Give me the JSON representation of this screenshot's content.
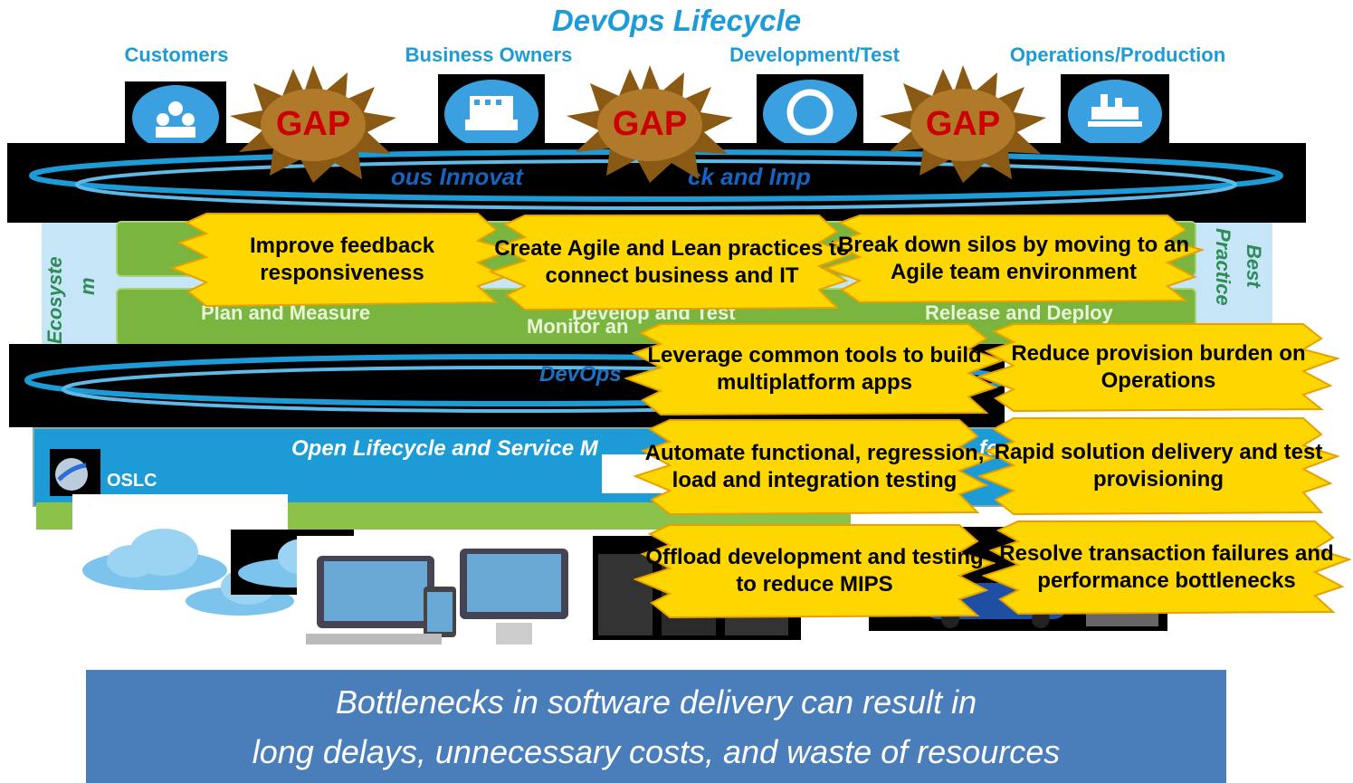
{
  "title": "DevOps Lifecycle",
  "roles": [
    "Customers",
    "Business Owners",
    "Development/Test",
    "Operations/Production"
  ],
  "gap_label": "GAP",
  "bands": {
    "top_text": "ous Innovat",
    "top_text2": "ck and Imp",
    "middle_text": "DevOps",
    "oslc_band_text": "Open Lifecycle and Service M",
    "oslc_band_text2": "fo",
    "oslc_label": "OSLC"
  },
  "side_labels": {
    "left_1": "Ecosyste",
    "left_2": "m",
    "right_1": "Best",
    "right_2": "Practice"
  },
  "phases": {
    "plan": "Plan and Measure",
    "develop": "Develop and Test",
    "monitor": "Monitor an",
    "release": "Release and Deploy"
  },
  "callouts": {
    "c1": "Improve feedback responsiveness",
    "c2": "Create Agile and Lean practices to connect business and IT",
    "c3": "Break down silos by moving to an Agile team environment",
    "c4": "Leverage common tools to build multiplatform apps",
    "c5": "Reduce provision burden on Operations",
    "c6": "Automate functional, regression, load and integration testing",
    "c7": "Rapid solution delivery and test provisioning",
    "c8": "Offload development and testing to reduce MIPS",
    "c9": "Resolve transaction failures and performance bottlenecks"
  },
  "bottom_banner": {
    "line1": "Bottlenecks in software delivery can result in",
    "line2": "long delays, unnecessary costs, and waste of resources"
  },
  "colors": {
    "accent": "#1c9bd6",
    "burst_fill": "#ffd700",
    "gap_text": "#cc0000",
    "banner": "#4a7ebb",
    "phase_green": "#7ab53f"
  }
}
